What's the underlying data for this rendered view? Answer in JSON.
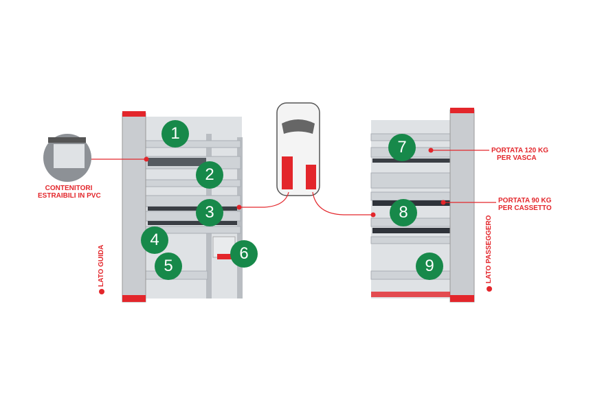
{
  "labels": {
    "containers": [
      "CONTENITORI",
      "ESTRAIBILI IN PVC"
    ],
    "tray_load": [
      "PORTATA 120 KG",
      "PER VASCA"
    ],
    "drawer_load": [
      "PORTATA 90 KG",
      "PER CASSETTO"
    ],
    "driver_side": "LATO GUIDA",
    "passenger_side": "LATO PASSEGGERO"
  },
  "markers": [
    "1",
    "2",
    "3",
    "4",
    "5",
    "6",
    "7",
    "8",
    "9"
  ],
  "colors": {
    "accent_red": "#e3262b",
    "marker_green": "#17894a",
    "frame_grey": "#c9ccd0"
  }
}
